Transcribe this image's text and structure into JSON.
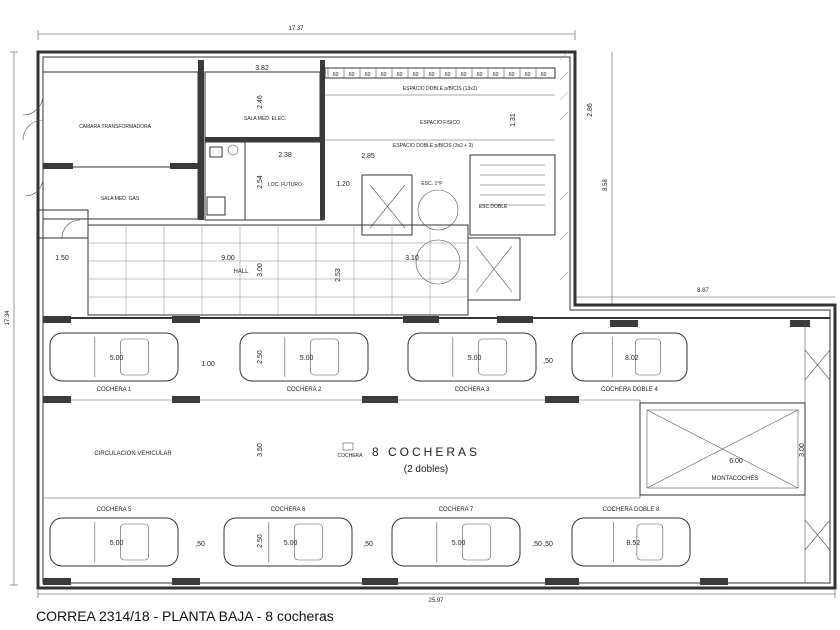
{
  "caption": "CORREA 2314/18 - PLANTA BAJA - 8 cocheras",
  "dims": {
    "top_total": "17.37",
    "left_total": "17.34",
    "right_height": "8.58",
    "right_width": "8.67",
    "bottom_total": "25.97",
    "d_382": "3.82",
    "d_246": "2.46",
    "d_238": "2.38",
    "d_254": "2.54",
    "d_120": "1.20",
    "d_285": "2.85",
    "d_131": "1.31",
    "d_286": "2.86",
    "d_150": "1.50",
    "d_900": "9.00",
    "d_300": "3.00",
    "d_253": "2.53",
    "d_310": "3.10",
    "d_250a": "2.50",
    "d_250b": "2.50",
    "d_100": "1.00",
    "d_350": "3.50",
    "d_600": "6.00",
    "d_300m": "3.00",
    "d_50": ",50"
  },
  "bike_marks": [
    ".60",
    ".60",
    ".60",
    ".60",
    ".60",
    ".60",
    ".60",
    ".60",
    ".60",
    ".60",
    ".60",
    ".60",
    ".60",
    ".60"
  ],
  "rooms": {
    "camara": "CAMARA TRANSFORMADORA",
    "sala_elec": "SALA MED. ELEC.",
    "sala_gas": "SALA MED. GAS",
    "espacio_fisico": "ESPACIO FISICO",
    "bici1": "ESPACIO DOBLE p/BICIS (13x2)",
    "bici2": "ESPACIO DOBLE p/BICIS (3x2 + 2)",
    "esc": "ESC. 1°P",
    "escudo": "ESC.DOBLE",
    "hall": "HALL",
    "loc": "LOC. FUTURO",
    "circulacion": "CIRCULACION VEHICULAR",
    "cocheras_title": "8 COCHERAS",
    "cocheras_sub": "(2 dobles)",
    "montacoches": "MONTACOCHES",
    "tag": "COCHERA"
  },
  "parking": {
    "top": [
      {
        "label": "COCHERA 1",
        "dim": "5.00"
      },
      {
        "label": "COCHERA 2",
        "dim": "5.00"
      },
      {
        "label": "COCHERA 3",
        "dim": "5.00"
      },
      {
        "label": "COCHERA DOBLE 4",
        "dim": "8.02"
      }
    ],
    "bottom": [
      {
        "label": "COCHERA 5",
        "dim": "5.00"
      },
      {
        "label": "COCHERA 6",
        "dim": "5.00"
      },
      {
        "label": "COCHERA 7",
        "dim": "5.00"
      },
      {
        "label": "COCHERA DOBLE 8",
        "dim": "8.52"
      }
    ]
  }
}
